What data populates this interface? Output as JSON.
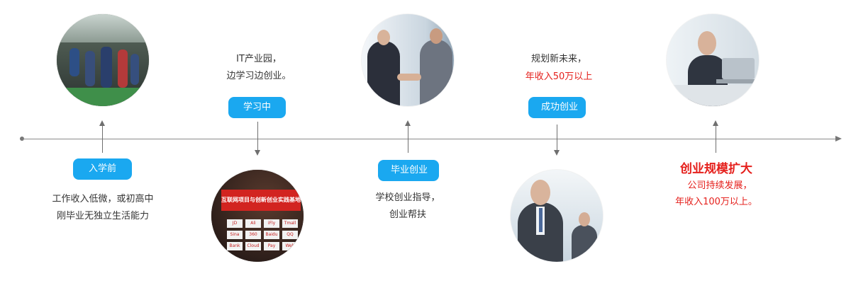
{
  "stages": [
    {
      "id": "enroll",
      "label": "入学前",
      "lines": [
        "工作收入低微，或初高中",
        "刚毕业无独立生活能力"
      ]
    },
    {
      "id": "study",
      "label": "学习中",
      "lines": [
        "IT产业园，",
        "边学习边创业。"
      ]
    },
    {
      "id": "graduate",
      "label": "毕业创业",
      "lines": [
        "学校创业指导，",
        "创业帮扶"
      ]
    },
    {
      "id": "success",
      "label": "成功创业",
      "lines": [
        "规划新未来，"
      ],
      "highlight": "年收入50万以上"
    },
    {
      "id": "expand",
      "heading": "创业规模扩大",
      "lines": [
        "公司持续发展，",
        "年收入100万以上。"
      ]
    }
  ],
  "photo_sign": "互联网项目与创新创业实践基地",
  "photo_tags": [
    "JD",
    "Ali",
    "iFly",
    "Tmall",
    "Sina",
    "360",
    "Baidu",
    "QQ",
    "Bank",
    "Cloud",
    "Pay",
    "Web"
  ],
  "colors": {
    "accent": "#1aa8f0",
    "highlight": "#e5201c",
    "axis": "#8a8a8a"
  }
}
